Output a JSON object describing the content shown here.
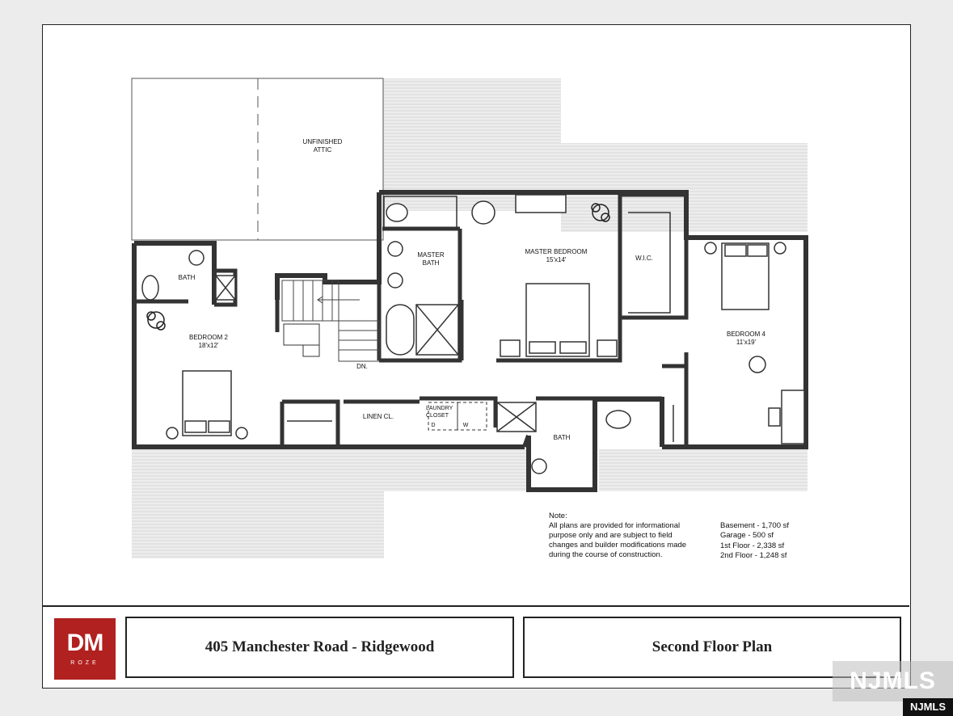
{
  "rooms": {
    "attic_line1": "UNFINISHED",
    "attic_line2": "ATTIC",
    "bath1": "BATH",
    "bedroom2": "BEDROOM 2",
    "bedroom2_size": "18'x12'",
    "master_bath_line1": "MASTER",
    "master_bath_line2": "BATH",
    "master_bedroom": "MASTER BEDROOM",
    "master_bedroom_size": "15'x14'",
    "wic": "W.I.C.",
    "bedroom4": "BEDROOM 4",
    "bedroom4_size": "11'x19'",
    "stairs_dn": "DN.",
    "linen": "LINEN CL.",
    "laundry_line1": "LAUNDRY",
    "laundry_line2": "CLOSET",
    "laundry_d": "D",
    "laundry_w": "W",
    "bath2": "BATH"
  },
  "note": {
    "heading": "Note:",
    "line1": "All plans are provided for informational",
    "line2": "purpose only and are subject to field",
    "line3": "changes and builder modifications made",
    "line4": "during the course of construction."
  },
  "areas": {
    "basement": "Basement - 1,700 sf",
    "garage": "Garage - 500 sf",
    "first_floor": "1st Floor - 2,338 sf",
    "second_floor": "2nd Floor - 1,248 sf"
  },
  "title_block": {
    "logo_text": "DM",
    "logo_sub": "ROZE",
    "address": "405 Manchester Road - Ridgewood",
    "sheet_title": "Second Floor Plan"
  },
  "watermark": {
    "mark": "NJMLS",
    "tag": "NJMLS"
  },
  "colors": {
    "logo_red": "#b0211f",
    "wall": "#333333",
    "roof_hatch": "#e4e4e4"
  }
}
